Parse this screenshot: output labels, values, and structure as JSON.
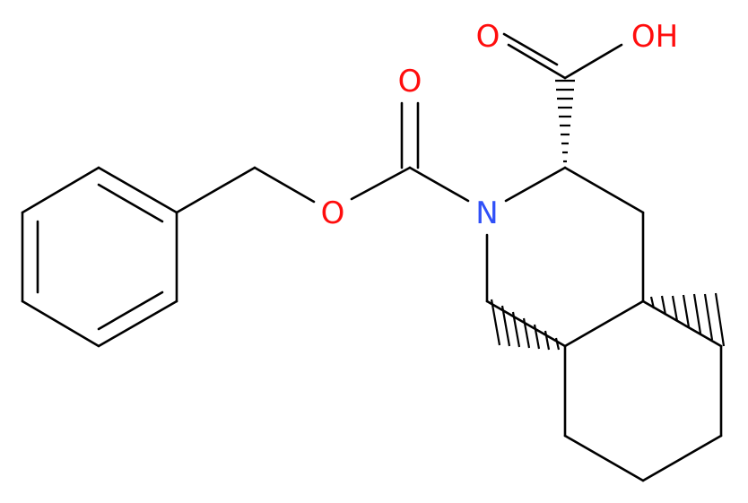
{
  "molecule": {
    "atom_labels": {
      "carbonyl_oxygen_left": "O",
      "ester_oxygen": "O",
      "nitrogen": "N",
      "acid_carbonyl_oxygen": "O",
      "acid_hydroxyl": "OH"
    },
    "colors": {
      "bond": "#000000",
      "oxygen": "#ff0d0d",
      "nitrogen": "#3050f8"
    }
  }
}
